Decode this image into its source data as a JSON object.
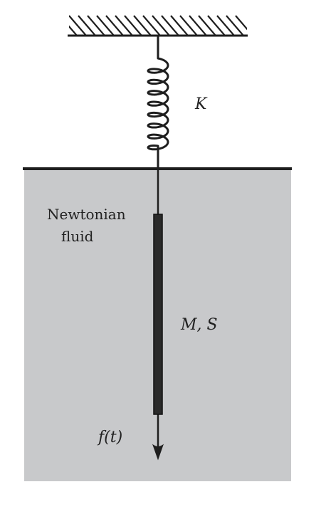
{
  "colors": {
    "fluid": "#c8c9cb",
    "ink": "#1e1e1e"
  },
  "labels": {
    "spring_constant": "K",
    "fluid_line1": "Newtonian",
    "fluid_line2": "fluid",
    "body_params": "M, S",
    "force": "f(t)"
  }
}
